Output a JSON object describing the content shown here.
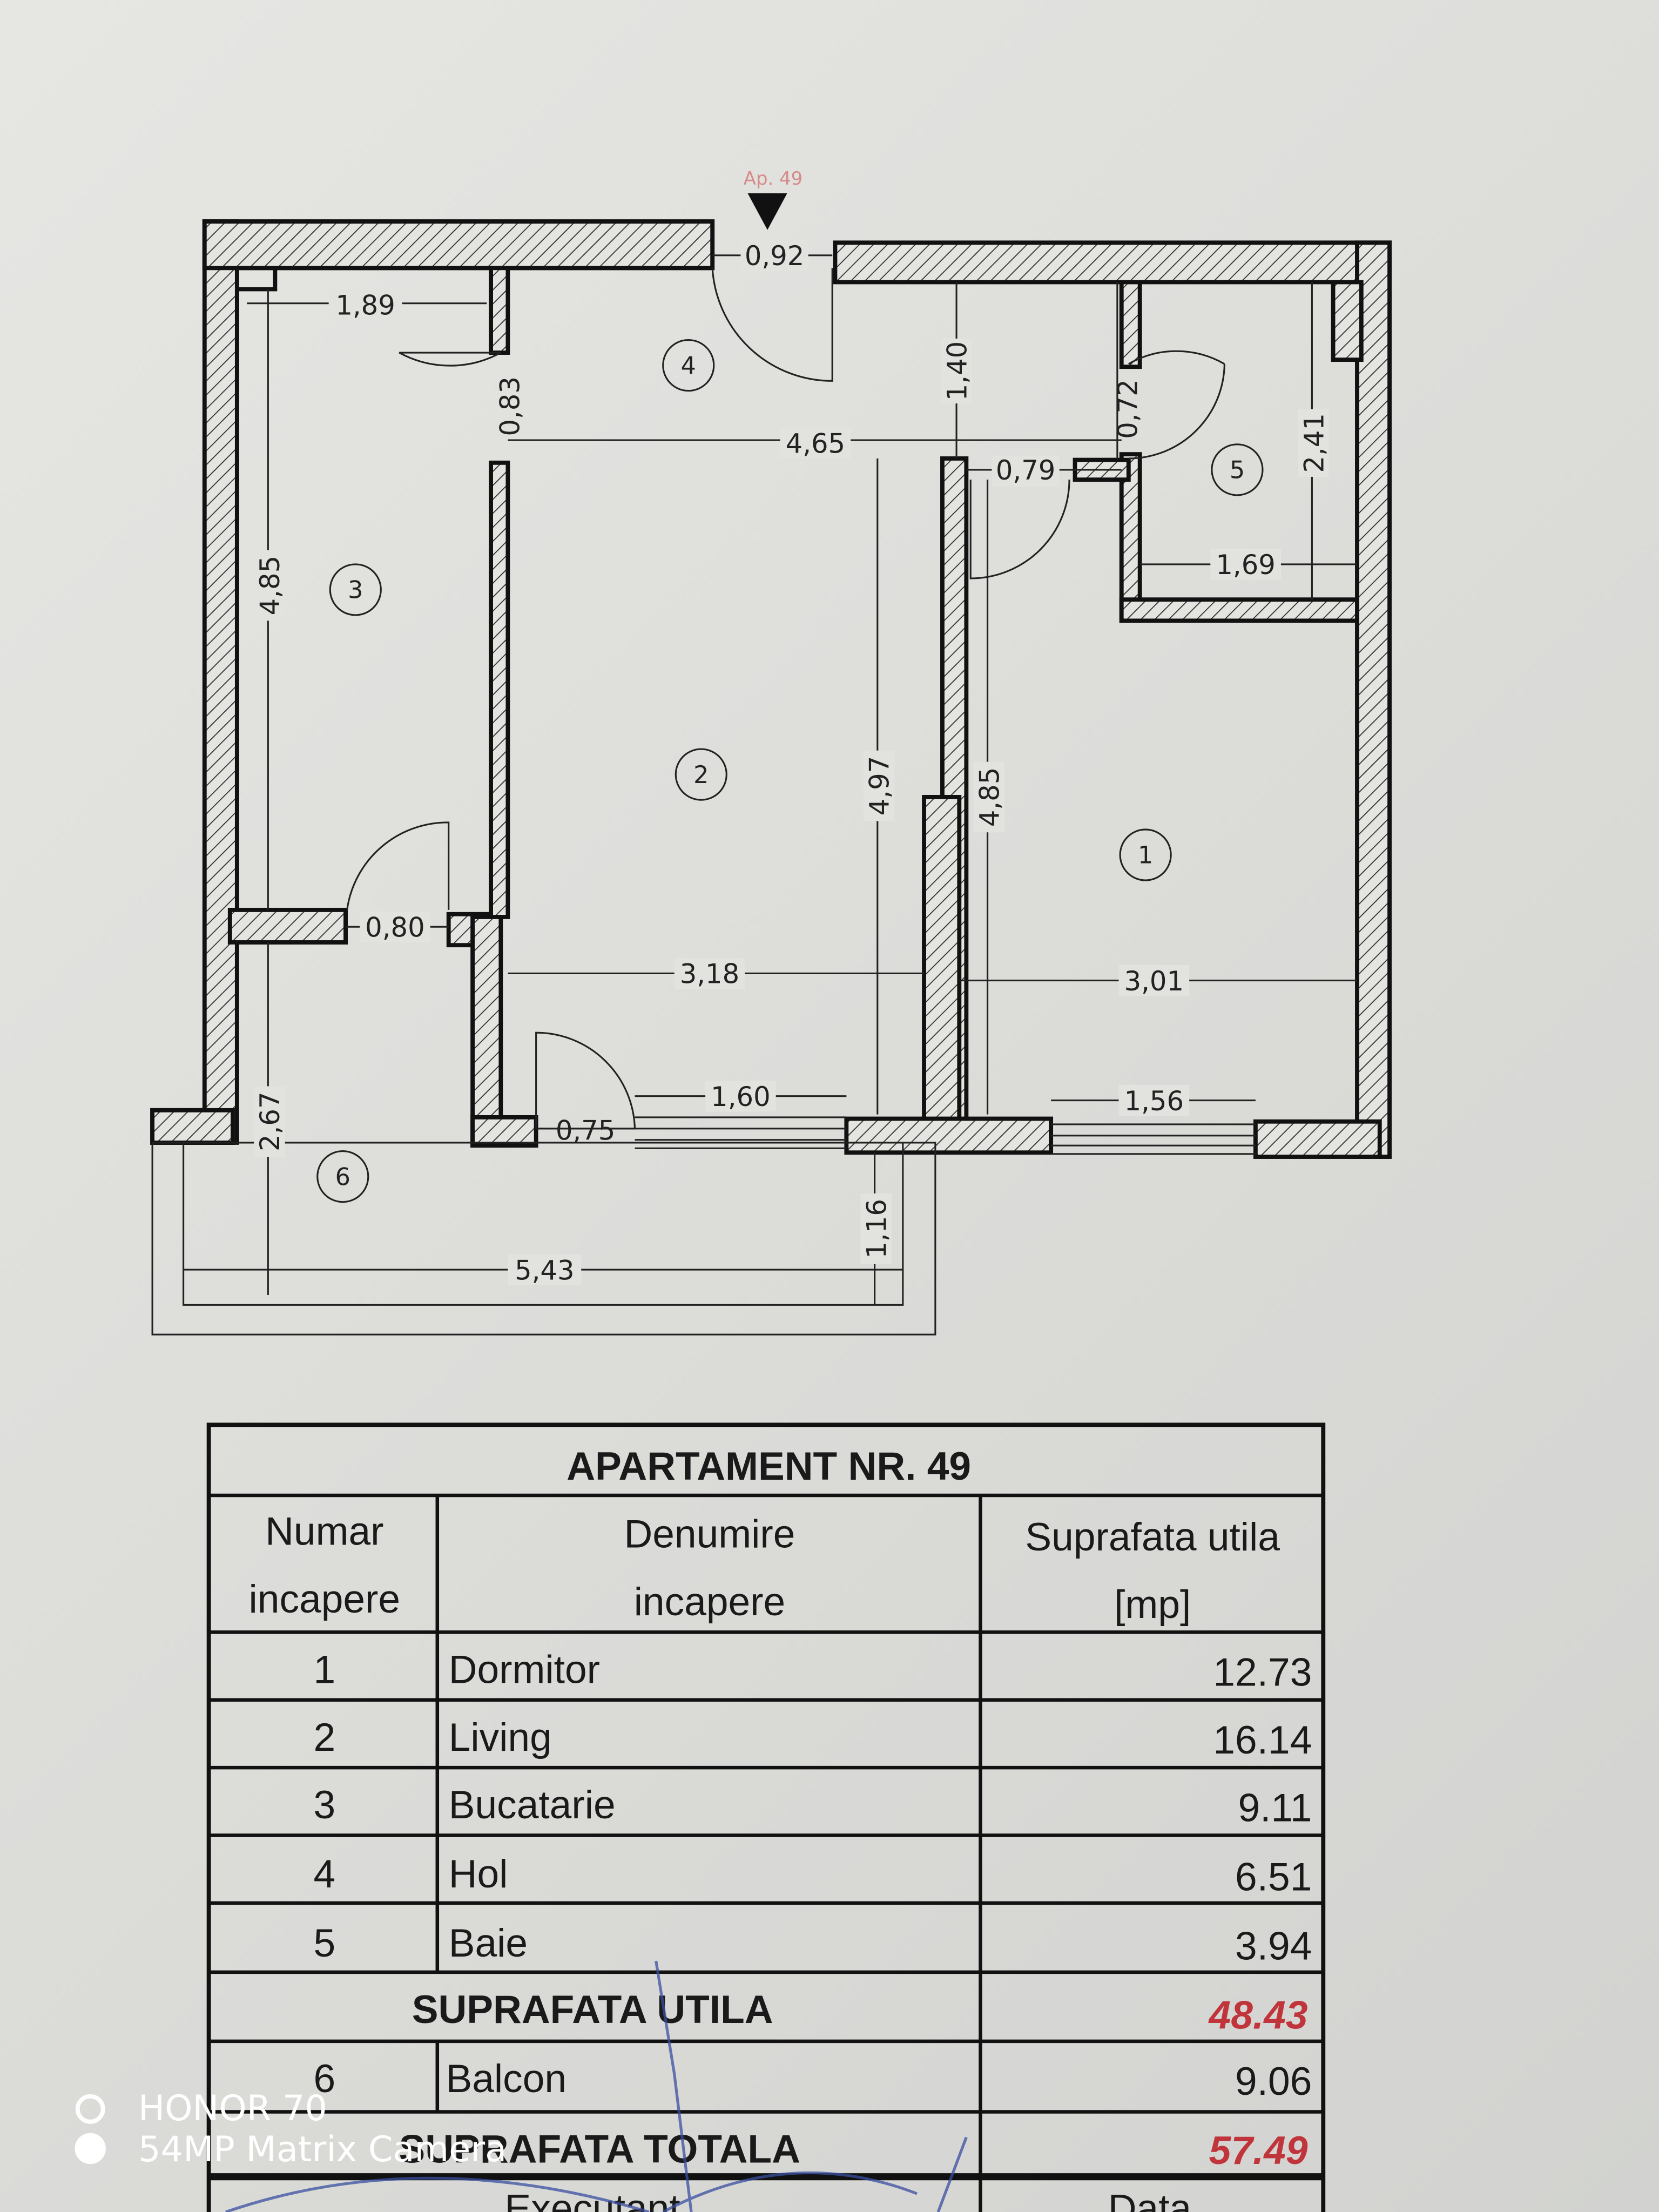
{
  "plan": {
    "entrance_label": "Ap. 49",
    "dimensions": {
      "d092": "0,92",
      "d189": "1,89",
      "d083": "0,83",
      "d465": "4,65",
      "d140": "1,40",
      "d072": "0,72",
      "d079": "0,79",
      "d241": "2,41",
      "d169": "1,69",
      "d485a": "4,85",
      "d497": "4,97",
      "d485b": "4,85",
      "d080": "0,80",
      "d318": "3,18",
      "d301": "3,01",
      "d267": "2,67",
      "d075": "0,75",
      "d160": "1,60",
      "d156": "1,56",
      "d116": "1,16",
      "d543": "5,43"
    },
    "rooms": [
      "1",
      "2",
      "3",
      "4",
      "5",
      "6"
    ]
  },
  "table": {
    "title": "APARTAMENT NR. 49",
    "headers": [
      [
        "Numar",
        "incapere"
      ],
      [
        "Denumire",
        "incapere"
      ],
      [
        "Suprafata utila",
        "[mp]"
      ]
    ],
    "rows": [
      {
        "nr": "1",
        "name": "Dormitor",
        "area": "12.73"
      },
      {
        "nr": "2",
        "name": "Living",
        "area": "16.14"
      },
      {
        "nr": "3",
        "name": "Bucatarie",
        "area": "9.11"
      },
      {
        "nr": "4",
        "name": "Hol",
        "area": "6.51"
      },
      {
        "nr": "5",
        "name": "Baie",
        "area": "3.94"
      }
    ],
    "useful_label": "SUPRAFATA UTILA",
    "useful_value": "48.43",
    "balcony": {
      "nr": "6",
      "name": "Balcon",
      "area": "9.06"
    },
    "total_label": "SUPRAFATA TOTALA",
    "total_value": "57.49",
    "footer": {
      "executant": "Executant",
      "data": "Data"
    }
  },
  "watermark": {
    "line1": "HONOR 70",
    "line2": "54MP Matrix Camera"
  },
  "colors": {
    "accent_red": "#c0353b",
    "stamp_blue": "#3a4fa0"
  }
}
